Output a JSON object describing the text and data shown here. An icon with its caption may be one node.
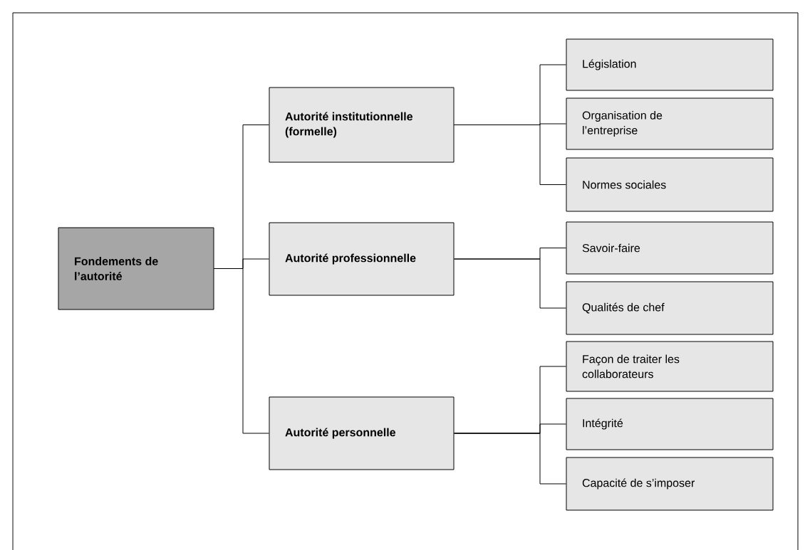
{
  "diagram": {
    "nodes": [
      {
        "text": [
          "Fondements de l’autorité"
        ]
      },
      {
        "text": [
          "Autorité institutionnelle (formelle)"
        ]
      },
      {
        "text": [
          "Législation"
        ]
      },
      {
        "text": [
          "Organisation de l’entreprise"
        ]
      },
      {
        "text": [
          "Normes sociales"
        ]
      },
      {
        "text": [
          "Autorité professionnelle"
        ]
      },
      {
        "text": [
          "Savoir-faire"
        ]
      },
      {
        "text": [
          "Qualités de chef"
        ]
      },
      {
        "text": [
          "Autorité personnelle"
        ]
      },
      {
        "text": [
          "Façon de traiter les collaborateurs"
        ]
      },
      {
        "text": [
          "Intégrité"
        ]
      },
      {
        "text": [
          "Capacité de s’imposer"
        ]
      }
    ],
    "edges": [
      {
        "from": 0,
        "to": 1,
        "arrow": "none"
      },
      {
        "from": 0,
        "to": 5,
        "arrow": "none"
      },
      {
        "from": 0,
        "to": 8,
        "arrow": "none"
      },
      {
        "from": 1,
        "to": 2,
        "arrow": "none"
      },
      {
        "from": 1,
        "to": 3,
        "arrow": "none"
      },
      {
        "from": 1,
        "to": 4,
        "arrow": "none"
      },
      {
        "from": 5,
        "to": 6,
        "arrow": "none"
      },
      {
        "from": 5,
        "to": 7,
        "arrow": "none"
      },
      {
        "from": 8,
        "to": 9,
        "arrow": "none"
      },
      {
        "from": 8,
        "to": 10,
        "arrow": "none"
      },
      {
        "from": 8,
        "to": 11,
        "arrow": "none"
      }
    ]
  }
}
